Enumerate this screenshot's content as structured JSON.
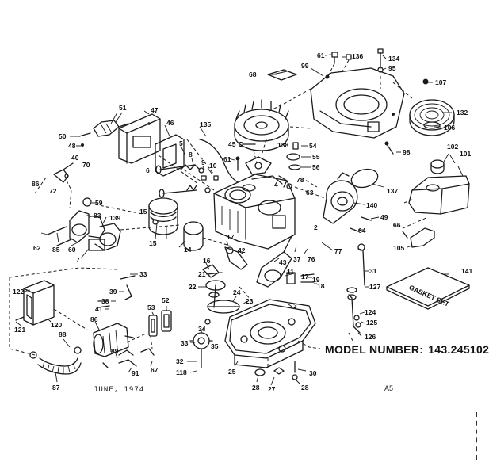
{
  "labels": {
    "l1": "68",
    "l2": "99",
    "l3": "61",
    "l4": "136",
    "l5": "134",
    "l6": "95",
    "l7": "107",
    "l8": "132",
    "l9": "106",
    "l10": "135",
    "l11": "138",
    "l12": "54",
    "l13": "55",
    "l14": "56",
    "l15": "78",
    "l16": "63",
    "l17": "98",
    "l18": "102",
    "l19": "101",
    "l20": "51",
    "l21": "47",
    "l22": "50",
    "l23": "48",
    "l24": "46",
    "l25": "40",
    "l26": "70",
    "l27": "86",
    "l28": "72",
    "l29": "5",
    "l30": "8",
    "l31": "9",
    "l32": "6",
    "l33": "10",
    "l34": "61",
    "l35": "4",
    "l36": "45",
    "l37": "59",
    "l38": "83",
    "l39": "139",
    "l40": "137",
    "l41": "140",
    "l42": "49",
    "l43": "64",
    "l44": "66",
    "l45": "105",
    "l46": "62",
    "l47": "85",
    "l48": "60",
    "l49": "7",
    "l50": "15",
    "l51": "15",
    "l52": "14",
    "l53": "2",
    "l54": "17",
    "l55": "42",
    "l56": "43",
    "l57": "37",
    "l58": "76",
    "l59": "77",
    "l60": "31",
    "l61": "16",
    "l62": "21",
    "l63": "22",
    "l64": "11",
    "l65": "17",
    "l66": "19",
    "l67": "18",
    "l68": "127",
    "l69": "141",
    "l70": "33",
    "l71": "39",
    "l72": "38",
    "l73": "41",
    "l74": "122",
    "l75": "121",
    "l76": "120",
    "l77": "86",
    "l78": "88",
    "l79": "53",
    "l80": "52",
    "l81": "24",
    "l82": "23",
    "l83": "3",
    "l84": "124",
    "l85": "125",
    "l86": "126",
    "l87": "34",
    "l88": "35",
    "l89": "33",
    "l90": "89",
    "l91": "91",
    "l92": "67",
    "l93": "118",
    "l94": "32",
    "l95": "87",
    "l96": "25",
    "l97": "28",
    "l98": "27",
    "l99": "28",
    "l100": "30"
  },
  "gasket_set_label": "GASKET SET",
  "model_number": {
    "label": "MODEL NUMBER:",
    "value": "143.245102"
  },
  "date_text": "JUNE, 1974",
  "page_code": "A5"
}
